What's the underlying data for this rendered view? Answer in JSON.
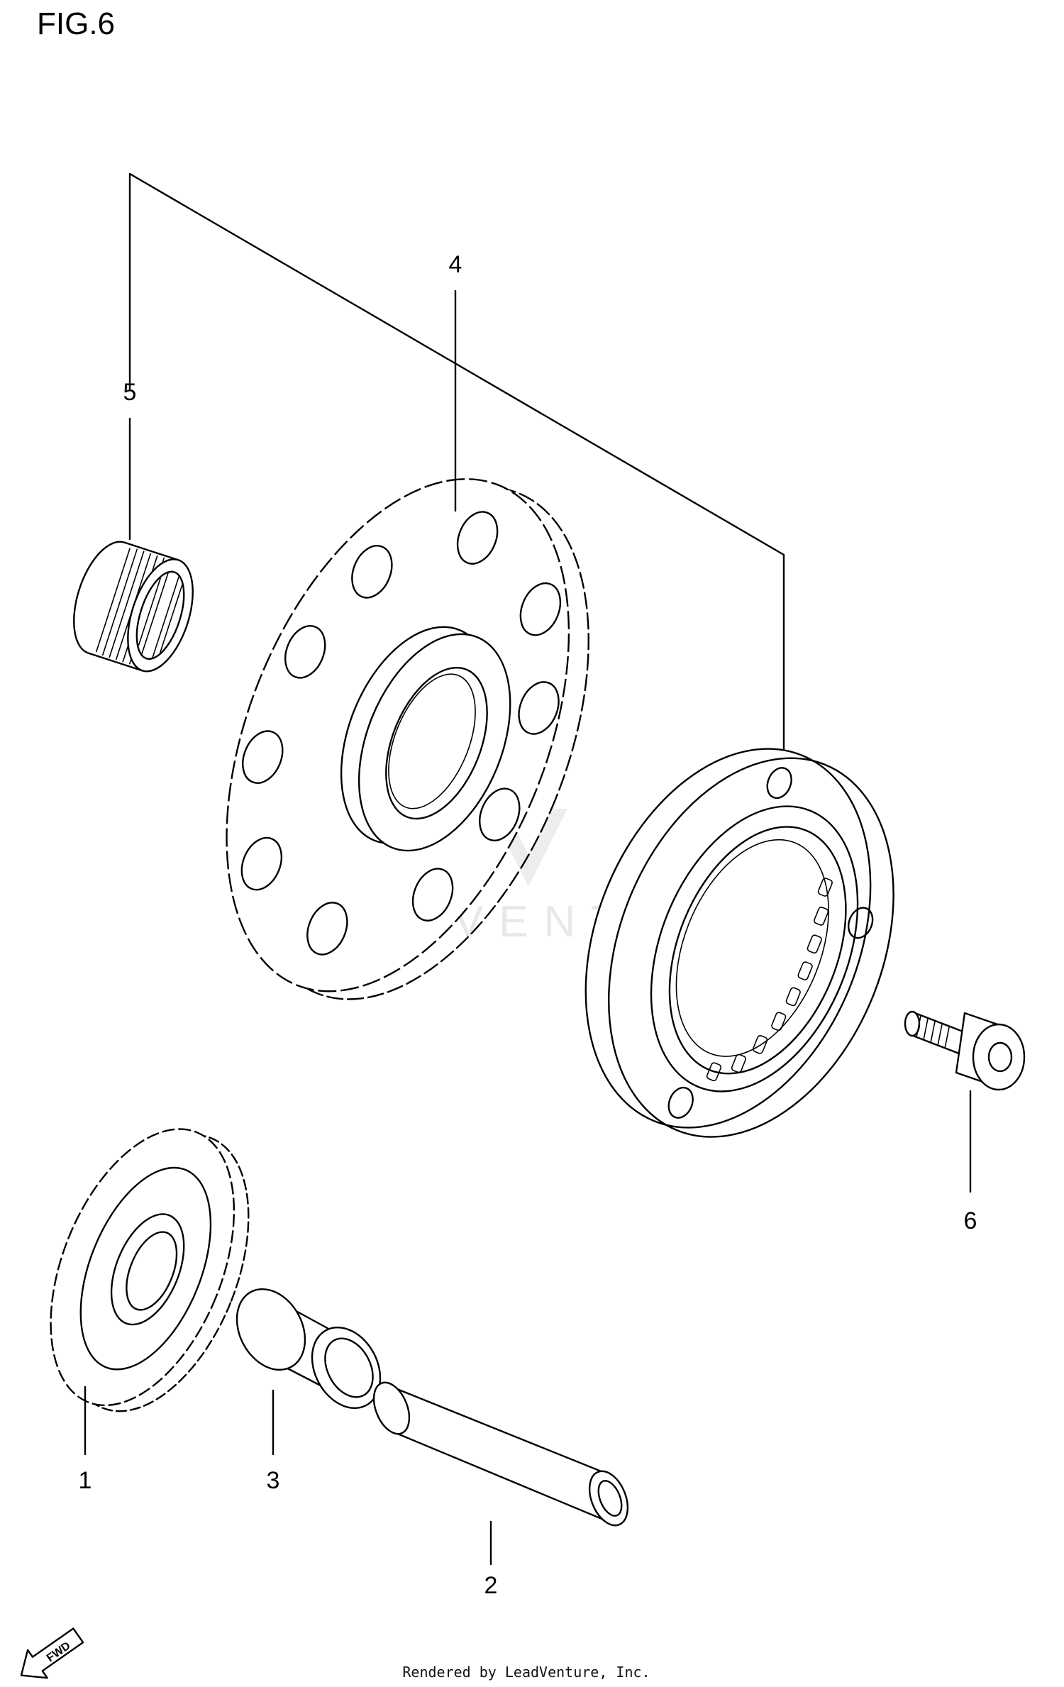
{
  "figure": {
    "title": "FIG.6",
    "watermark": "LEADVENTURE",
    "credit": "Rendered by LeadVenture, Inc.",
    "fwd_label": "FWD"
  },
  "callouts": [
    {
      "id": "1",
      "part": "starter-idle-gear"
    },
    {
      "id": "2",
      "part": "shaft"
    },
    {
      "id": "3",
      "part": "bushing"
    },
    {
      "id": "4",
      "part": "starter-clutch-gear"
    },
    {
      "id": "5",
      "part": "needle-bearing"
    },
    {
      "id": "6",
      "part": "bolt"
    }
  ]
}
